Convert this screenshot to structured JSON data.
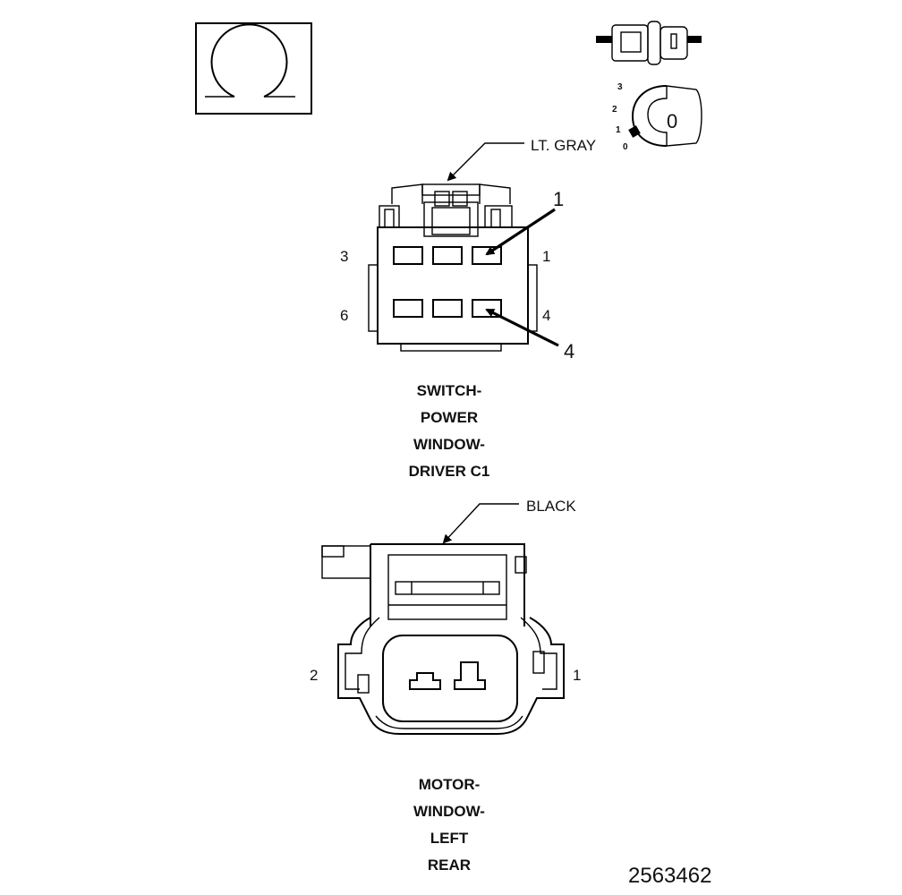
{
  "key_selector": {
    "positions": [
      "3",
      "2",
      "1",
      "0"
    ],
    "key_mark": "0"
  },
  "connector_c1": {
    "color_label": "LT. GRAY",
    "callout_top": "1",
    "callout_bottom": "4",
    "pin_left_top": "3",
    "pin_right_top": "1",
    "pin_left_bottom": "6",
    "pin_right_bottom": "4",
    "title_lines": [
      "SWITCH-",
      "POWER",
      "WINDOW-",
      "DRIVER C1"
    ]
  },
  "connector_motor": {
    "color_label": "BLACK",
    "pin_left": "2",
    "pin_right": "1",
    "title_lines": [
      "MOTOR-",
      "WINDOW-",
      "LEFT",
      "REAR"
    ]
  },
  "figure_number": "2563462"
}
